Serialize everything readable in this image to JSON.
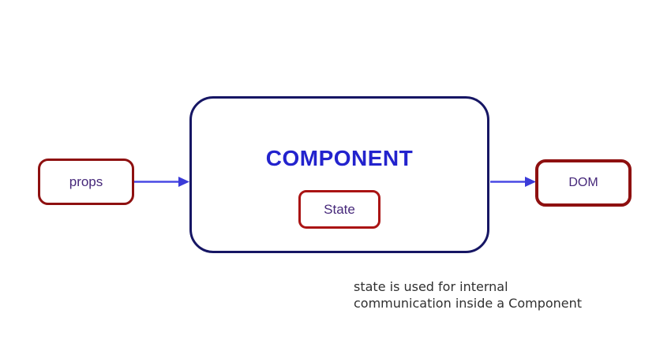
{
  "diagram": {
    "nodes": {
      "props": {
        "label": "props"
      },
      "component": {
        "label": "COMPONENT"
      },
      "state": {
        "label": "State"
      },
      "dom": {
        "label": "DOM"
      }
    },
    "arrows": [
      {
        "name": "props-to-component",
        "direction": "right"
      },
      {
        "name": "component-to-dom",
        "direction": "right"
      }
    ],
    "caption": {
      "line1": "state is used for internal",
      "line2": "communication inside a Component"
    },
    "colors": {
      "red_box_border": "#8e1010",
      "state_box_border": "#aa1414",
      "component_border": "#161664",
      "component_title_text": "#2323cd",
      "node_label_text": "#46287a",
      "arrow": "#4848e4",
      "caption_text": "#303030",
      "background": "#ffffff"
    }
  }
}
